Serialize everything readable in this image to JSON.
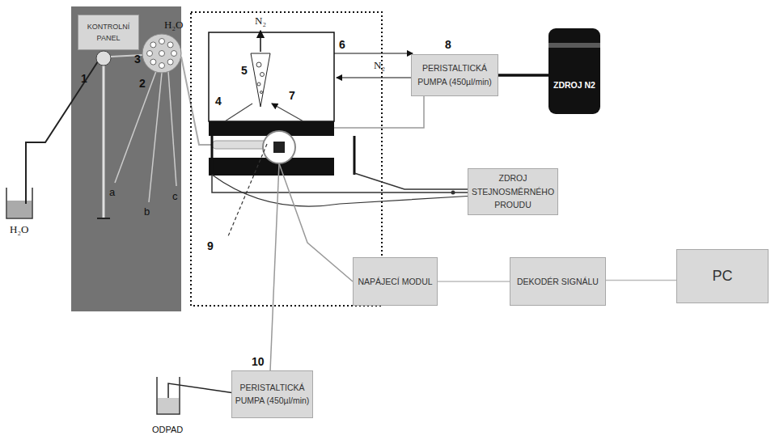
{
  "diagram": {
    "nodes": [
      {
        "text": [
          "KONTROLNÍ PANEL"
        ]
      },
      {
        "text": [
          "PERISTALTICKÁ PUMPA (450µl/min)"
        ]
      },
      {
        "text": [
          "ZDROJ N2"
        ]
      },
      {
        "text": [
          "ZDROJ STEJNOSMĚRNÉHO PROUDU"
        ]
      },
      {
        "text": [
          "NAPÁJECÍ MODUL"
        ]
      },
      {
        "text": [
          "DEKODÉR SIGNÁLU"
        ]
      },
      {
        "text": [
          "PC"
        ]
      },
      {
        "text": [
          "PERISTALTICKÁ PUMPA (450µl/min)"
        ]
      }
    ],
    "edges": [
      {
        "from": 1,
        "to": 2,
        "arrow": "none"
      },
      {
        "from": 4,
        "to": 5,
        "arrow": "none"
      },
      {
        "from": 5,
        "to": 6,
        "arrow": "none"
      }
    ],
    "labels": [
      "N₂",
      "H₂O",
      "8",
      "5",
      "6",
      "4",
      "7",
      "N₂",
      "3",
      "1",
      "2",
      "H₂O",
      "a",
      "b",
      "c",
      "9",
      "10",
      "ODPAD"
    ]
  }
}
